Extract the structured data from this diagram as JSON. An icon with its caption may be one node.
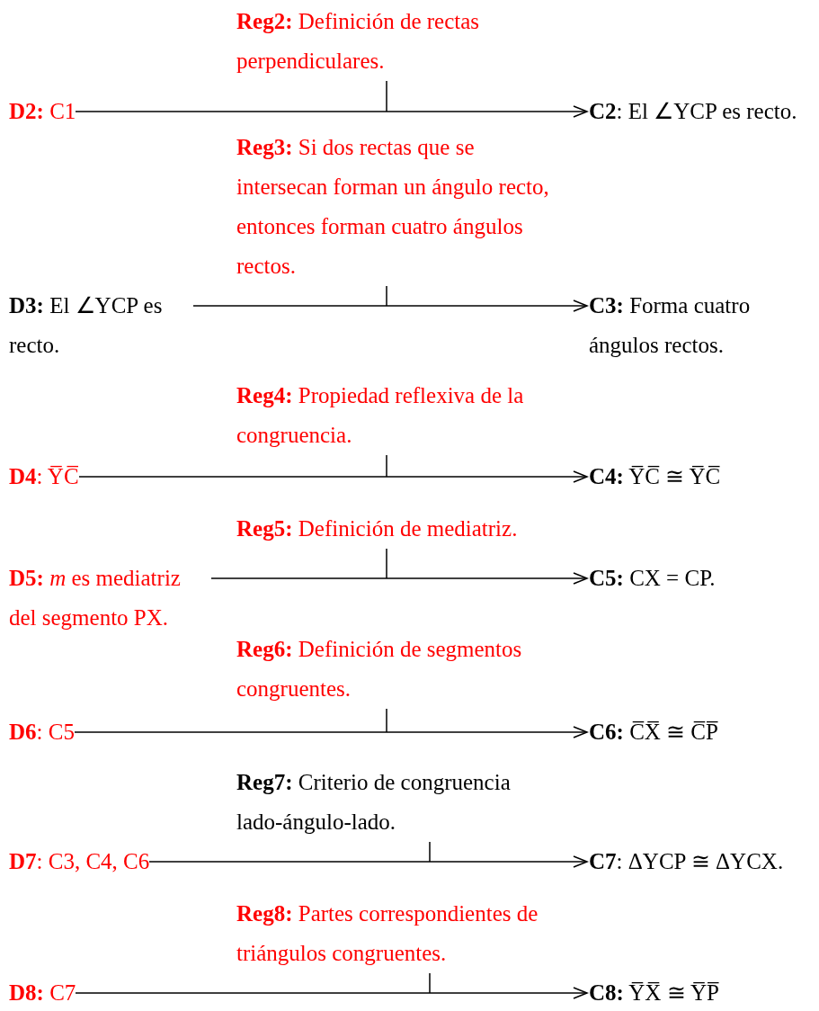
{
  "diagram": {
    "nodes": [
      {
        "text": [
          "**Reg2:** Definición de rectas perpendiculares."
        ]
      },
      {
        "text": [
          "**D2:** C1"
        ]
      },
      {
        "text": [
          "**C2**: El ∠YCP es recto."
        ]
      },
      {
        "text": [
          "**Reg3:** Si dos rectas que se intersecan forman un ángulo recto, entonces forman cuatro ángulos rectos."
        ]
      },
      {
        "text": [
          "**D3:** El ∠YCP es recto."
        ]
      },
      {
        "text": [
          "**C3:** Forma cuatro ángulos rectos."
        ]
      },
      {
        "text": [
          "**Reg4:** Propiedad reflexiva de la congruencia."
        ]
      },
      {
        "text": [
          "**D4**: Y̅C̅"
        ]
      },
      {
        "text": [
          "**C4:** Y̅C̅ ≅ Y̅C̅"
        ]
      },
      {
        "text": [
          "**Reg5:** Definición de mediatriz."
        ]
      },
      {
        "text": [
          "**D5:** *m* es mediatriz del segmento PX."
        ]
      },
      {
        "text": [
          "**C5:** CX = CP."
        ]
      },
      {
        "text": [
          "**Reg6:** Definición de segmentos congruentes."
        ]
      },
      {
        "text": [
          "**D6**: C5"
        ]
      },
      {
        "text": [
          "**C6:** C̅X̅ ≅ C̅P̅"
        ]
      },
      {
        "text": [
          "**Reg7:** Criterio de congruencia lado-ángulo-lado."
        ]
      },
      {
        "text": [
          "**D7**: C3, C4, C6"
        ]
      },
      {
        "text": [
          "**C7**: ΔYCP ≅ ΔYCX."
        ]
      },
      {
        "text": [
          "**Reg8:** Partes correspondientes de triángulos congruentes."
        ]
      },
      {
        "text": [
          "**D8:** C7"
        ]
      },
      {
        "text": [
          "**C8:** Y̅X̅ ≅ Y̅P̅"
        ]
      }
    ],
    "edges": [
      {
        "from": 0,
        "to": null,
        "arrow": "none"
      },
      {
        "from": 1,
        "to": 2,
        "arrow": "to"
      },
      {
        "from": 3,
        "to": null,
        "arrow": "none"
      },
      {
        "from": 4,
        "to": 5,
        "arrow": "to"
      },
      {
        "from": 6,
        "to": null,
        "arrow": "none"
      },
      {
        "from": 7,
        "to": 8,
        "arrow": "to"
      },
      {
        "from": 9,
        "to": null,
        "arrow": "none"
      },
      {
        "from": 10,
        "to": 11,
        "arrow": "to"
      },
      {
        "from": 12,
        "to": null,
        "arrow": "none"
      },
      {
        "from": 13,
        "to": 14,
        "arrow": "to"
      },
      {
        "from": 15,
        "to": null,
        "arrow": "none"
      },
      {
        "from": 16,
        "to": 17,
        "arrow": "to"
      },
      {
        "from": 18,
        "to": null,
        "arrow": "none"
      },
      {
        "from": 19,
        "to": 20,
        "arrow": "to"
      }
    ]
  }
}
